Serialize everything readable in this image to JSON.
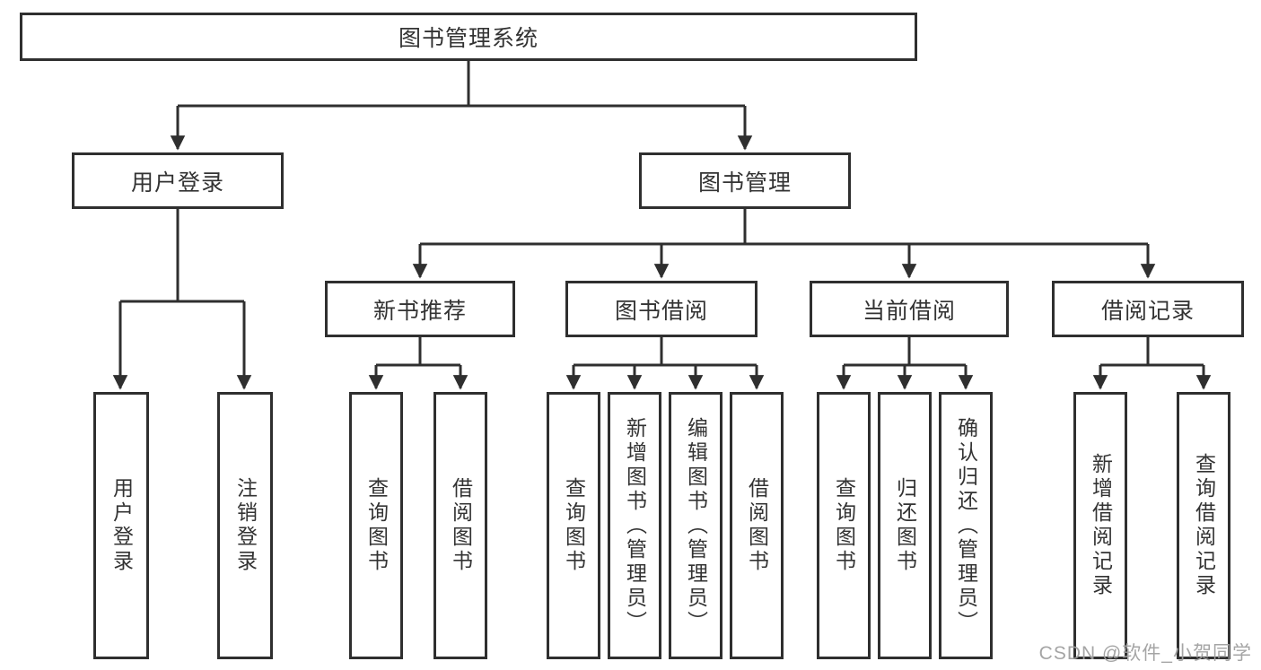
{
  "tree": {
    "root": "图书管理系统",
    "branches": [
      {
        "label": "用户登录",
        "children": [
          "用户登录",
          "注销登录"
        ]
      },
      {
        "label": "图书管理",
        "sections": [
          {
            "label": "新书推荐",
            "children": [
              "查询图书",
              "借阅图书"
            ]
          },
          {
            "label": "图书借阅",
            "children": [
              "查询图书",
              "新增图书（管理员）",
              "编辑图书（管理员）",
              "借阅图书"
            ]
          },
          {
            "label": "当前借阅",
            "children": [
              "查询图书",
              "归还图书",
              "确认归还（管理员）"
            ]
          },
          {
            "label": "借阅记录",
            "children": [
              "新增借阅记录",
              "查询借阅记录"
            ]
          }
        ]
      }
    ]
  },
  "watermark": "CSDN @软件_小贺同学",
  "colors": {
    "line": "#2f2f2f",
    "text": "#333333",
    "watermark": "#a0a0a0",
    "background": "#ffffff"
  }
}
